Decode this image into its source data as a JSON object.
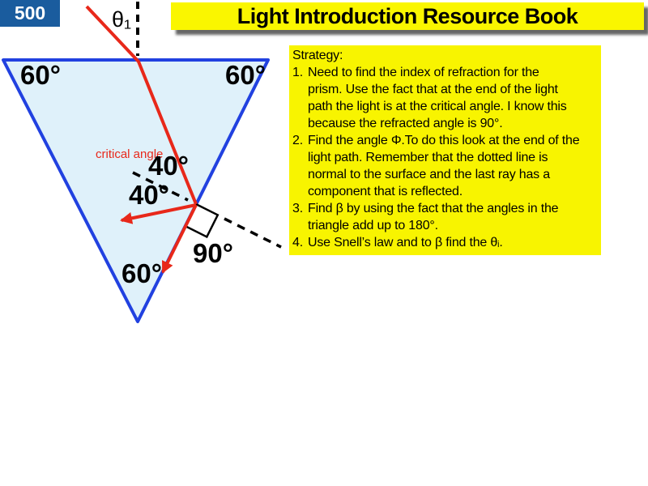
{
  "slide": {
    "number_badge": {
      "label": "500",
      "bg_color": "#1A5C9E",
      "text_color": "#FFFFFF"
    },
    "title_bar": {
      "text": "Light Introduction Resource Book",
      "bg_color": "#FAF600",
      "text_color": "#000000"
    }
  },
  "diagram": {
    "prism": {
      "fill_color": "#DFF1FA",
      "stroke_color": "#2141E0",
      "angle_labels": {
        "top_left": "60°",
        "top_right": "60°",
        "bottom": "60°"
      }
    },
    "rays": {
      "color": "#E8281A"
    },
    "normals": {
      "color": "#000000",
      "style": "dashed"
    },
    "labels": {
      "incident_angle": "θ₁",
      "critical_angle_caption": "critical angle",
      "critical_angle_value": "40°",
      "reflected_angle_value": "40°",
      "refracted_angle_value": "90°"
    }
  },
  "strategy": {
    "heading": "Strategy:",
    "bg_color": "#F8F400",
    "items": [
      {
        "num": "1.",
        "lines": [
          "Need to find the index of refraction for the",
          "prism. Use the fact that at the end of the light",
          "path the light is at the critical angle. I know this",
          "because the refracted angle is 90°."
        ]
      },
      {
        "num": "2.",
        "lines": [
          "Find the angle Φ.To do this look at the end of the",
          "light path. Remember that the dotted line is",
          "normal to the surface and the last ray has a",
          "component that is reflected."
        ]
      },
      {
        "num": "3.",
        "lines": [
          "Find β by using the fact that the angles in the",
          "triangle add up to 180°."
        ]
      },
      {
        "num": "4.",
        "lines": [
          "Use Snell’s law and to β find the θᵢ."
        ]
      }
    ]
  }
}
